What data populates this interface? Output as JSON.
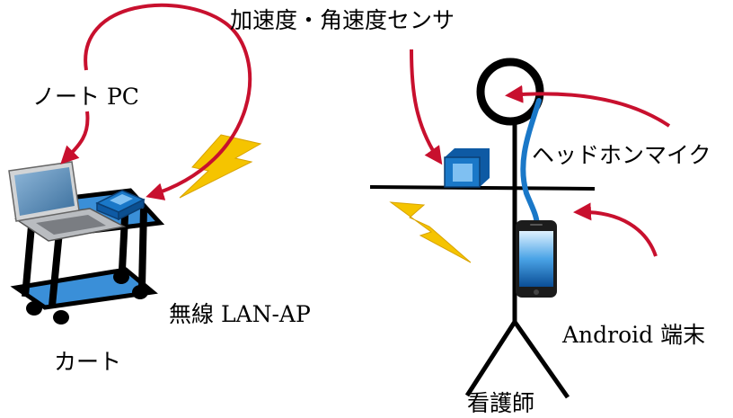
{
  "labels": {
    "sensor": "加速度・角速度センサ",
    "laptop": "ノート PC",
    "headphone_mic": "ヘッドホンマイク",
    "wireless_ap": "無線 LAN-AP",
    "android": "Android 端末",
    "cart": "カート",
    "nurse": "看護師"
  },
  "colors": {
    "arrow": "#c8102e",
    "lightning": "#f5c400",
    "device_blue": "#1a78c8",
    "cart_blue": "#3a8fd8",
    "headphone_cable": "#1a78c8"
  }
}
